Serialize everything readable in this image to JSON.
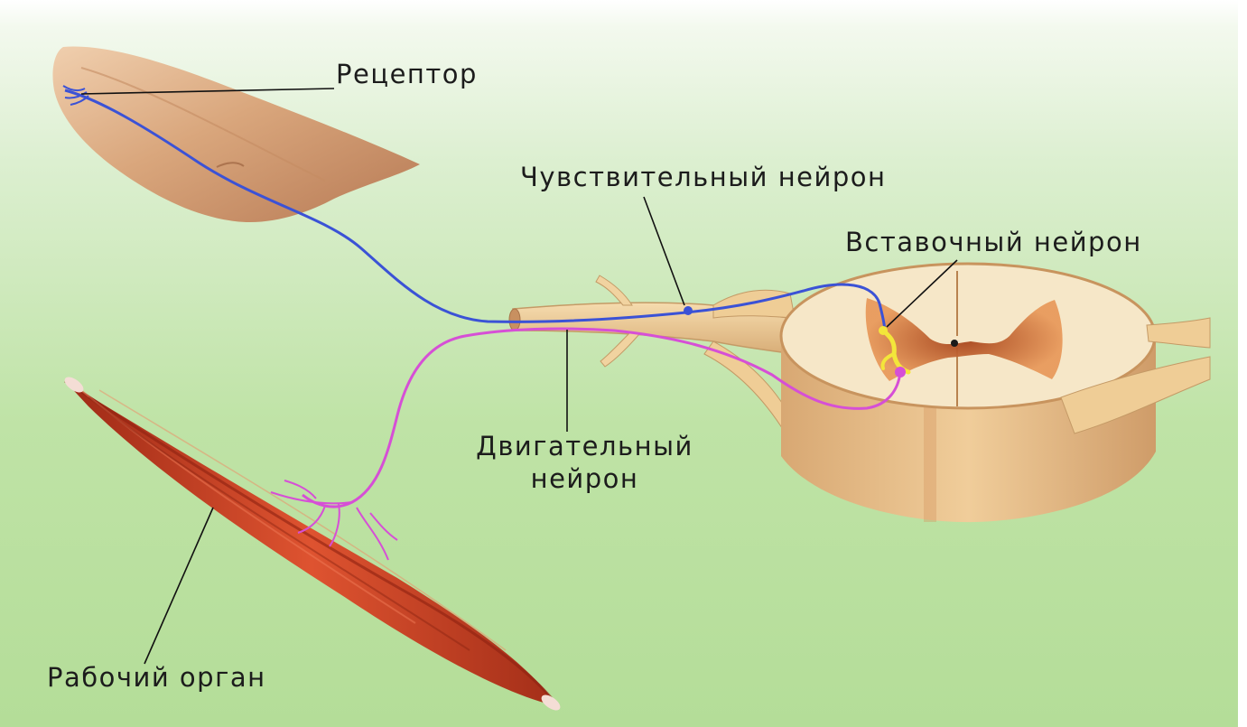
{
  "labels": {
    "receptor": "Рецептор",
    "sensory_neuron": "Чувствительный нейрон",
    "interneuron": "Вставочный нейрон",
    "motor_neuron_line1": "Двигательный",
    "motor_neuron_line2": "нейрон",
    "effector": "Рабочий орган"
  },
  "colors": {
    "sensory_pathway": "#3b52d6",
    "motor_pathway": "#d64fd6",
    "interneuron": "#f3e63a",
    "muscle": "#d2472a",
    "nerve": "#e7c48e",
    "spinal_cord": "#f2e2c2",
    "gray_matter": "#c4622c"
  },
  "icons": [
    "fingertip-illustration",
    "muscle-illustration",
    "spinal-cord-illustration",
    "nerve-illustration"
  ]
}
